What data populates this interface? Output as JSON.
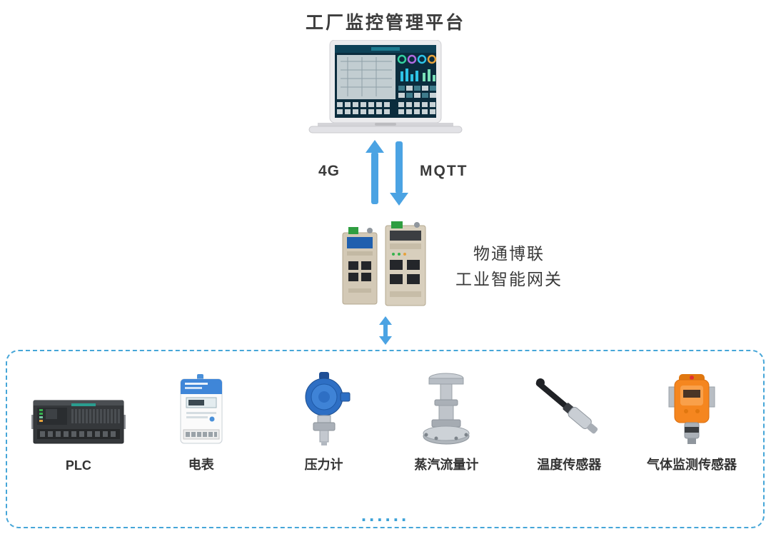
{
  "title": "工厂监控管理平台",
  "colors": {
    "accent_blue": "#4ba3e3",
    "dashed_border": "#46a6d8",
    "text": "#3a3a3a"
  },
  "uplink": {
    "left_label": "4G",
    "right_label": "MQTT"
  },
  "gateway": {
    "label_line1": "物通博联",
    "label_line2": "工业智能网关",
    "icon": "industrial-gateway-icon"
  },
  "platform": {
    "icon": "laptop-dashboard-icon"
  },
  "devices": {
    "items": [
      {
        "label": "PLC",
        "icon": "plc-icon"
      },
      {
        "label": "电表",
        "icon": "electric-meter-icon"
      },
      {
        "label": "压力计",
        "icon": "pressure-gauge-icon"
      },
      {
        "label": "蒸汽流量计",
        "icon": "steam-flow-meter-icon"
      },
      {
        "label": "温度传感器",
        "icon": "temperature-sensor-icon"
      },
      {
        "label": "气体监测传感器",
        "icon": "gas-sensor-icon"
      }
    ],
    "more_indicator": "......"
  }
}
